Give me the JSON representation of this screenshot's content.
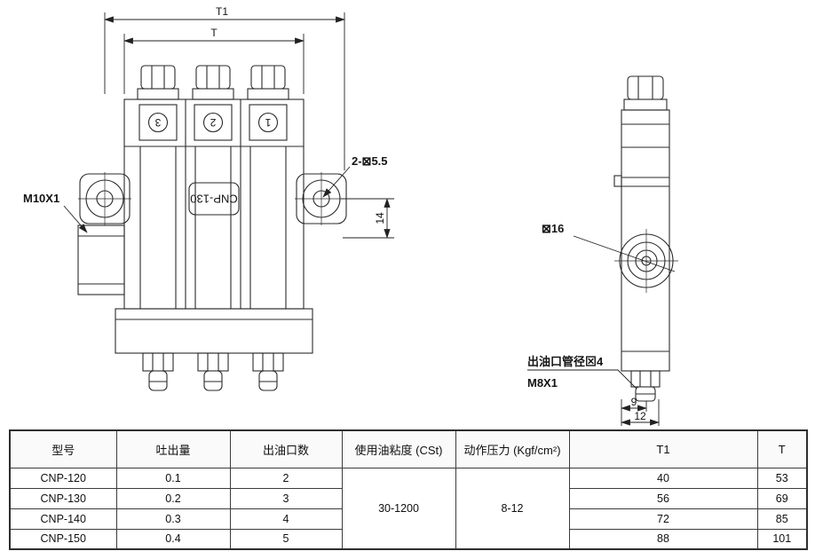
{
  "front_view": {
    "dims": {
      "t1": "T1",
      "t": "T",
      "d14": "14"
    },
    "labels": {
      "thread": "M10X1",
      "holes": "2-⊠5.5",
      "body": "CNP-130"
    },
    "section_numbers": [
      "3",
      "2",
      "1"
    ]
  },
  "side_view": {
    "labels": {
      "bore": "⊠16",
      "outlet": "出油口管径⊠4",
      "outlet_thread": "M8X1"
    },
    "dims": {
      "d9": "9",
      "d12": "12"
    }
  },
  "table": {
    "headers": [
      "型号",
      "吐出量",
      "出油口数",
      "使用油粘度 (CSt)",
      "动作压力 (Kgf/cm²)",
      "T1",
      "T"
    ],
    "viscosity": "30-1200",
    "pressure": "8-12",
    "rows": [
      [
        "CNP-120",
        "0.1",
        "2",
        "40",
        "53"
      ],
      [
        "CNP-130",
        "0.2",
        "3",
        "56",
        "69"
      ],
      [
        "CNP-140",
        "0.3",
        "4",
        "72",
        "85"
      ],
      [
        "CNP-150",
        "0.4",
        "5",
        "88",
        "101"
      ]
    ]
  }
}
